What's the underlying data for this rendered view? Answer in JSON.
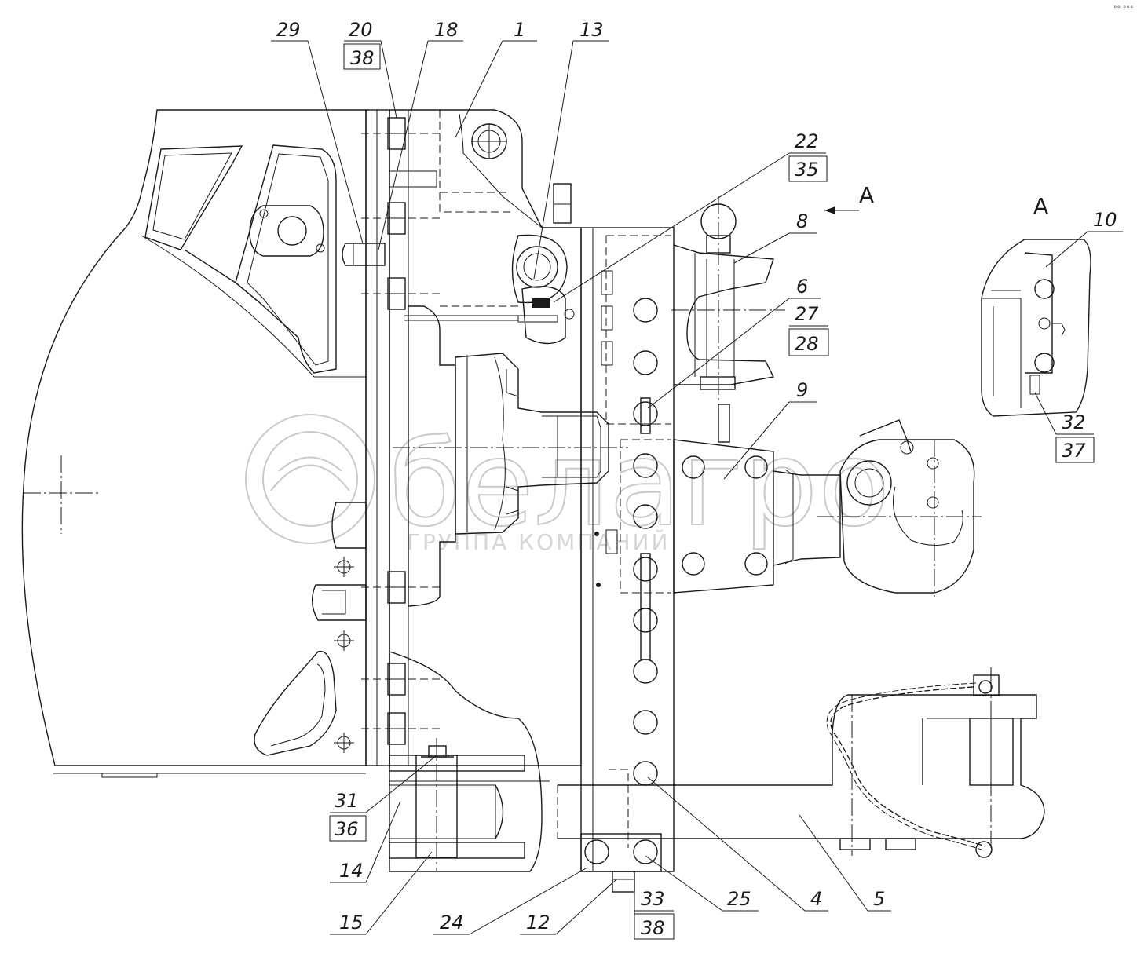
{
  "diagram": {
    "view_label": "А",
    "inset_label": "А",
    "corner_mark": "°° °°°",
    "watermark": {
      "brand": "белагро",
      "subtitle": "ГРУППА КОМПАНИЙ"
    },
    "callouts": [
      {
        "id": "c29",
        "text": "29"
      },
      {
        "id": "c20",
        "text": "20",
        "lower": "38"
      },
      {
        "id": "c18",
        "text": "18"
      },
      {
        "id": "c1",
        "text": "1"
      },
      {
        "id": "c13",
        "text": "13"
      },
      {
        "id": "c22",
        "text": "22",
        "lower": "35"
      },
      {
        "id": "c8",
        "text": "8"
      },
      {
        "id": "c6",
        "text": "6"
      },
      {
        "id": "c27",
        "text": "27",
        "lower": "28"
      },
      {
        "id": "c9",
        "text": "9"
      },
      {
        "id": "c10",
        "text": "10"
      },
      {
        "id": "c32",
        "text": "32",
        "lower": "37"
      },
      {
        "id": "c31",
        "text": "31",
        "lower": "36"
      },
      {
        "id": "c14",
        "text": "14"
      },
      {
        "id": "c15",
        "text": "15"
      },
      {
        "id": "c24",
        "text": "24"
      },
      {
        "id": "c12",
        "text": "12"
      },
      {
        "id": "c33",
        "text": "33",
        "lower": "38"
      },
      {
        "id": "c25",
        "text": "25"
      },
      {
        "id": "c4",
        "text": "4"
      },
      {
        "id": "c5",
        "text": "5"
      }
    ]
  }
}
